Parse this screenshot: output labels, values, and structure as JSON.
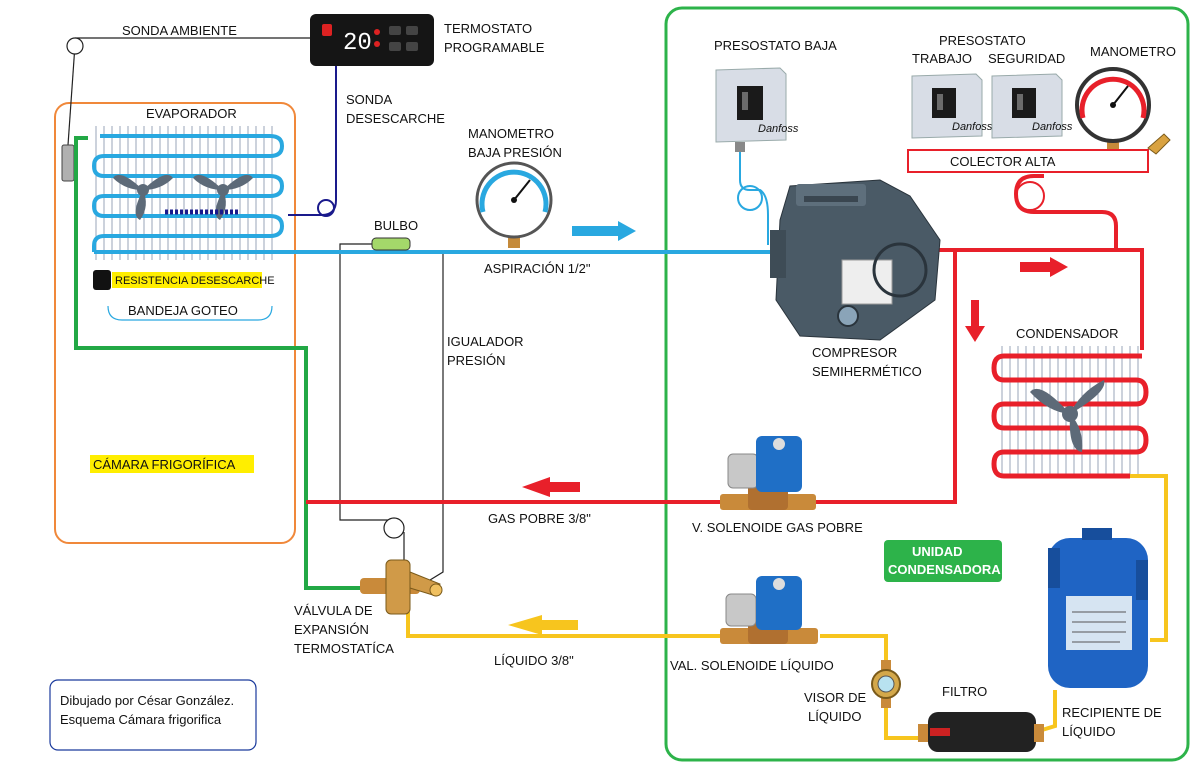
{
  "labels": {
    "sonda_ambiente": "SONDA AMBIENTE",
    "termostato_1": "TERMOSTATO",
    "termostato_2": "PROGRAMABLE",
    "display_value": "20",
    "sonda_desescarche_1": "SONDA",
    "sonda_desescarche_2": "DESESCARCHE",
    "evaporador": "EVAPORADOR",
    "resistencia": "RESISTENCIA DESESCARCHE",
    "bandeja": "BANDEJA GOTEO",
    "camara": "CÁMARA FRIGORÍFICA",
    "bulbo": "BULBO",
    "manometro_baja_1": "MANOMETRO",
    "manometro_baja_2": "BAJA PRESIÓN",
    "aspiracion": "ASPIRACIÓN 1/2\"",
    "igualador_1": "IGUALADOR",
    "igualador_2": "PRESIÓN",
    "presostato_baja": "PRESOSTATO BAJA",
    "presostato_1": "PRESOSTATO",
    "trabajo": "TRABAJO",
    "seguridad": "SEGURIDAD",
    "manometro": "MANOMETRO",
    "colector_alta": "COLECTOR ALTA",
    "compresor_1": "COMPRESOR",
    "compresor_2": "SEMIHERMÉTICO",
    "condensador": "CONDENSADOR",
    "gas_pobre": "GAS POBRE 3/8\"",
    "v_solenoide_gas": "V. SOLENOIDE GAS POBRE",
    "unidad_1": "UNIDAD",
    "unidad_2": "CONDENSADORA",
    "valvula_1": "VÁLVULA DE",
    "valvula_2": "EXPANSIÓN",
    "valvula_3": "TERMOSTATÍCA",
    "liquido": "LÍQUIDO 3/8\"",
    "val_solenoide_liquido": "VAL. SOLENOIDE LÍQUIDO",
    "visor_1": "VISOR DE",
    "visor_2": "LÍQUIDO",
    "filtro": "FILTRO",
    "recipiente_1": "RECIPIENTE DE",
    "recipiente_2": "LÍQUIDO",
    "credit_1": "Dibujado por César González.",
    "credit_2": "Esquema Cámara frigorifica",
    "brand": "Danfoss"
  },
  "colors": {
    "suction": "#29a8e0",
    "discharge": "#e8202a",
    "liquid": "#f7c51e",
    "green_line": "#22a845",
    "evaporator_box": "#f0883a",
    "unit_box": "#2db34a",
    "highlight": "#ffee00",
    "sensor_wire": "#1a1a8c"
  }
}
